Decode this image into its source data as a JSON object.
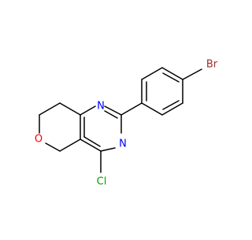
{
  "molecule": {
    "atoms": {
      "n1": "N",
      "n3": "N",
      "o6": "O",
      "cl": "Cl",
      "br": "Br"
    },
    "colors": {
      "bond": "#000000",
      "n": "#0000ff",
      "o": "#ff0000",
      "cl": "#00a000",
      "br": "#a52a2a"
    }
  }
}
